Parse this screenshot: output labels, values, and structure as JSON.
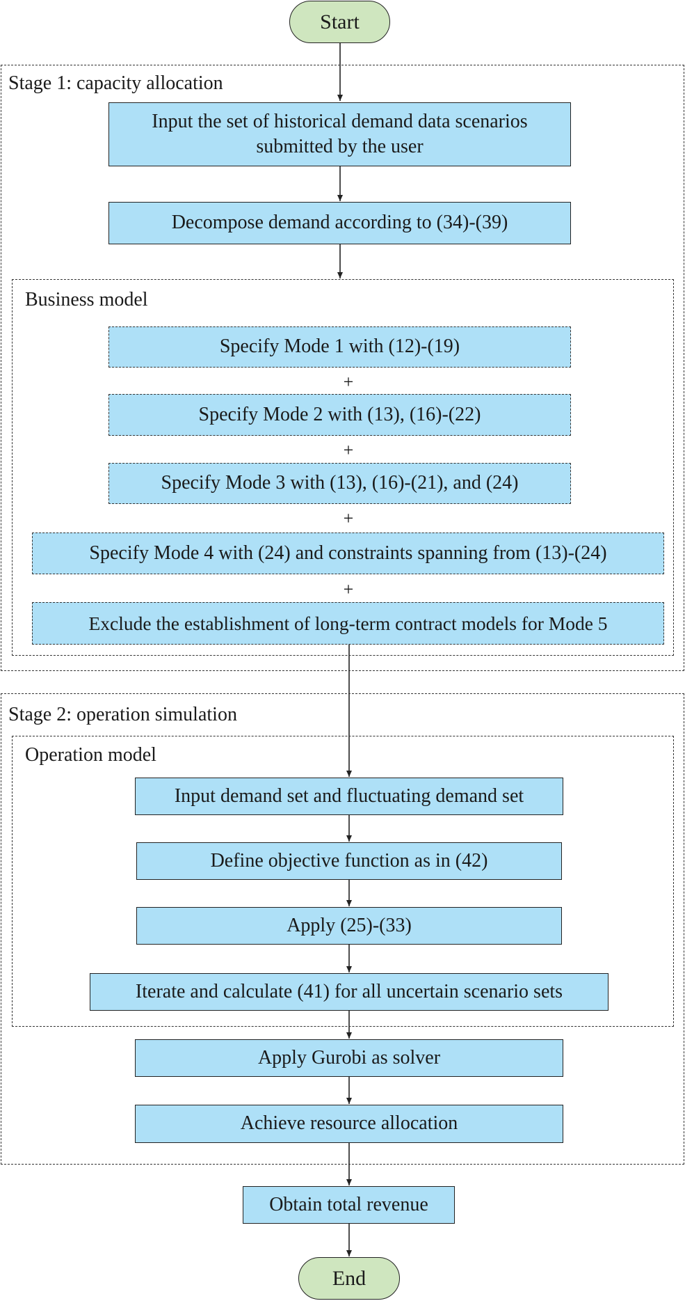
{
  "flow": {
    "start": "Start",
    "end": "End",
    "stage1": {
      "label": "Stage 1: capacity allocation",
      "input": "Input the set of historical demand data scenarios submitted by the user",
      "decompose": "Decompose demand according to (34)-(39)",
      "business_model": {
        "label": "Business model",
        "modes": [
          "Specify Mode 1 with (12)-(19)",
          "Specify Mode 2 with (13), (16)-(22)",
          "Specify Mode 3 with (13), (16)-(21), and (24)",
          "Specify Mode 4 with (24) and constraints spanning from (13)-(24)",
          "Exclude the establishment of long-term contract models for Mode 5"
        ],
        "plus": "+"
      }
    },
    "stage2": {
      "label": "Stage 2: operation simulation",
      "operation_model": {
        "label": "Operation model",
        "steps": [
          "Input demand set and fluctuating demand set",
          "Define objective function as in (42)",
          "Apply (25)-(33)",
          "Iterate and calculate (41) for all uncertain scenario sets"
        ]
      },
      "solver": "Apply Gurobi as solver",
      "allocation": "Achieve resource allocation"
    },
    "revenue": "Obtain total revenue"
  },
  "colors": {
    "process_fill": "#aee0f7",
    "terminal_fill": "#cfe6bf",
    "stroke": "#222222"
  }
}
